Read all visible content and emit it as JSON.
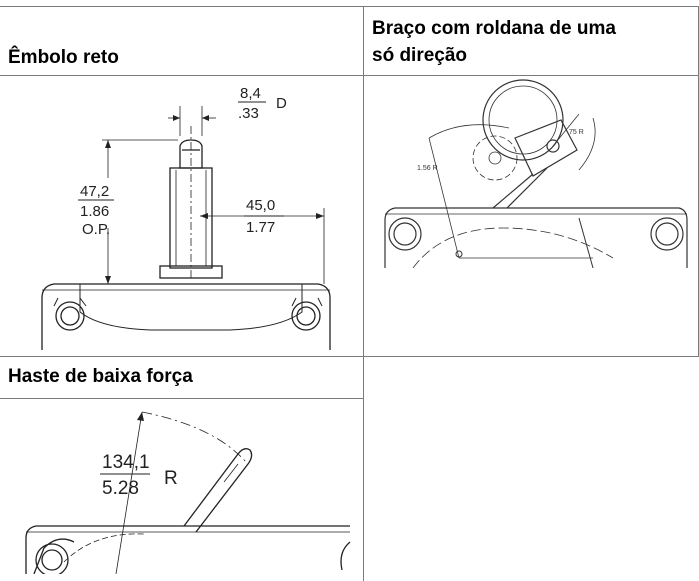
{
  "cells": {
    "plunger": {
      "title": "Êmbolo reto",
      "dim_d_mm": "8,4",
      "dim_d_in": ".33",
      "dim_d_suffix": "D",
      "dim_op_mm": "47,2",
      "dim_op_in": "1.86",
      "dim_op_label": "O.P.",
      "dim_width_mm": "45,0",
      "dim_width_in": "1.77"
    },
    "roller": {
      "title_line1": "Braço com roldana de uma",
      "title_line2": "só direção",
      "dim_left": "1.56 R",
      "dim_right": "75 R"
    },
    "lever": {
      "title": "Haste de baixa força",
      "dim_mm": "134,1",
      "dim_in": "5.28",
      "dim_suffix": "R"
    }
  }
}
